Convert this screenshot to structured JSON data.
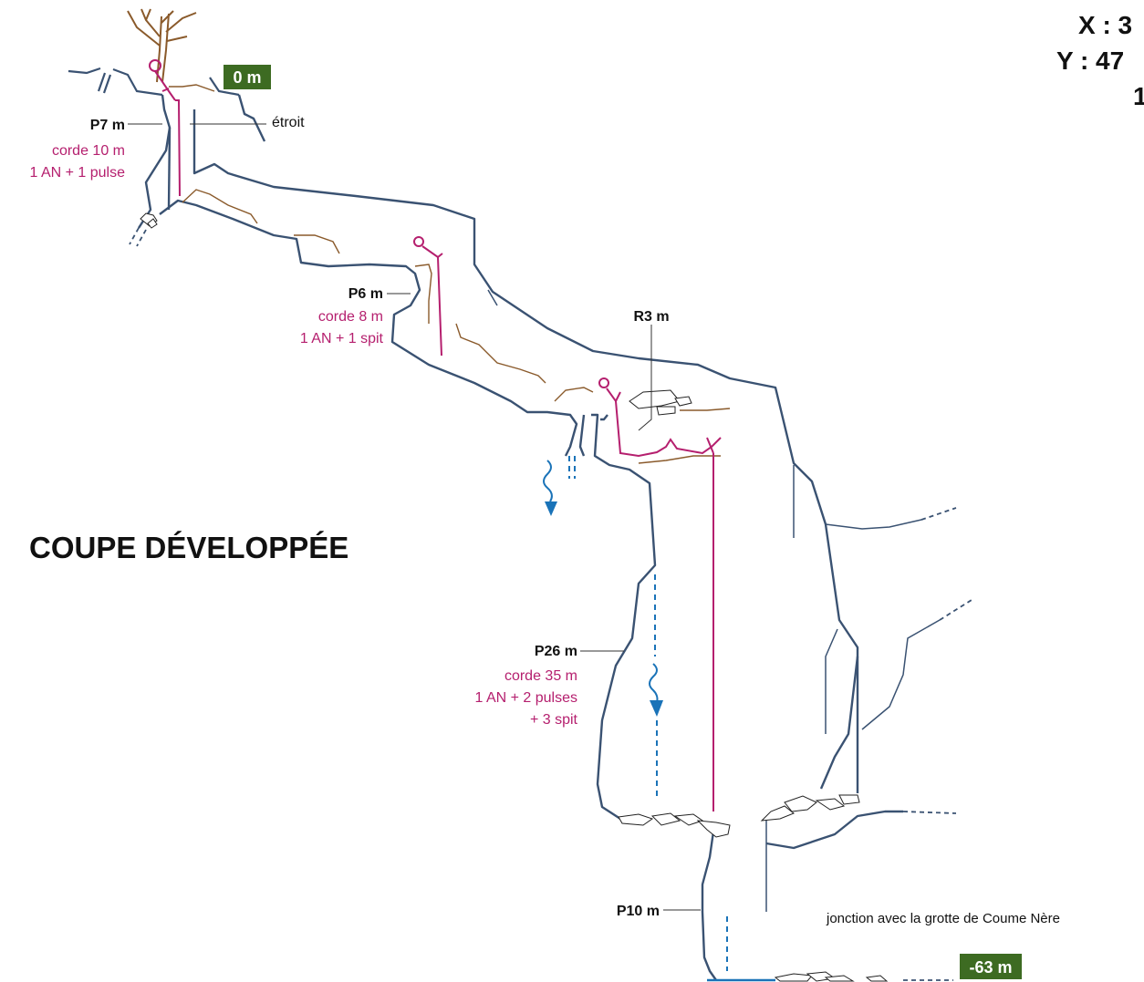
{
  "coords": {
    "x_label": "X : 3",
    "y_label": "Y : 47",
    "extra": "1"
  },
  "title": "COUPE DÉVELOPPÉE",
  "depth_top": "0 m",
  "depth_bottom": "-63 m",
  "pitches": {
    "p7": {
      "name": "P7 m",
      "rope": "corde 10 m",
      "anchors": "1 AN + 1 pulse"
    },
    "p6": {
      "name": "P6 m",
      "rope": "corde 8 m",
      "anchors": "1 AN + 1 spit"
    },
    "r3": {
      "name": "R3 m"
    },
    "p26": {
      "name": "P26 m",
      "rope": "corde 35 m",
      "anchors1": "1 AN + 2 pulses",
      "anchors2": "+ 3 spit"
    },
    "p10": {
      "name": "P10 m"
    }
  },
  "notes": {
    "narrow": "étroit",
    "junction": "jonction avec la grotte de Coume Nère"
  },
  "colors": {
    "cave_wall": "#3a5272",
    "rope": "#b51f6e",
    "floor": "#8a5a2b",
    "water": "#1a73b8",
    "depth_badge": "#3d6b22",
    "text": "#111111"
  }
}
